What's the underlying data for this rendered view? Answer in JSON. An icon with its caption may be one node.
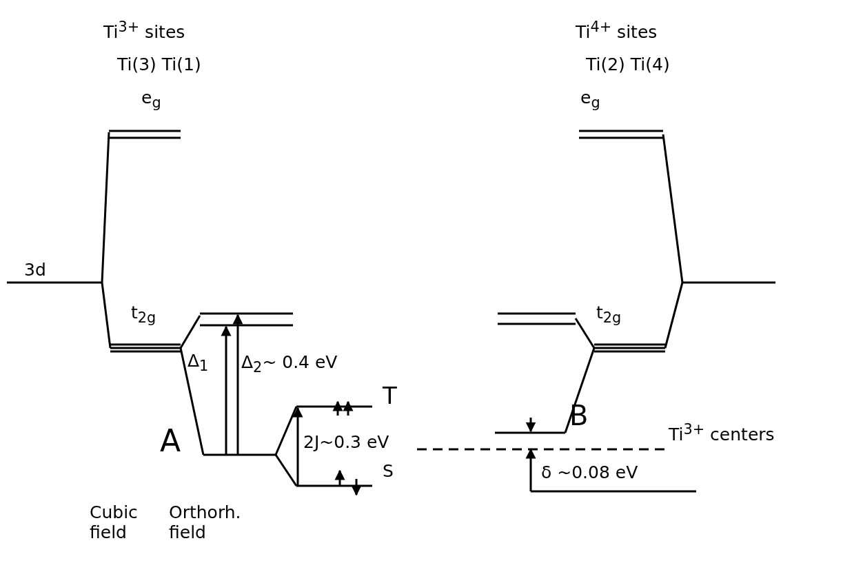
{
  "diagram": {
    "labels": [
      "Ti$^{3+}$ sites",
      "Ti(3)  Ti(1)",
      "e$_{g}$",
      "3d",
      "t$_{2g}$",
      "Δ$_{1}$",
      "Δ$_{2}$~ 0.4 eV",
      "A",
      "T",
      "2J~0.3 eV",
      "S",
      "Cubic field",
      "Orthorh. field",
      "Ti$^{4+}$ sites",
      "Ti(2)  Ti(4)",
      "e$_{g}$",
      "t$_{2g}$",
      "B",
      "Ti$^{3+}$ centers",
      "δ ~0.08 eV"
    ]
  }
}
